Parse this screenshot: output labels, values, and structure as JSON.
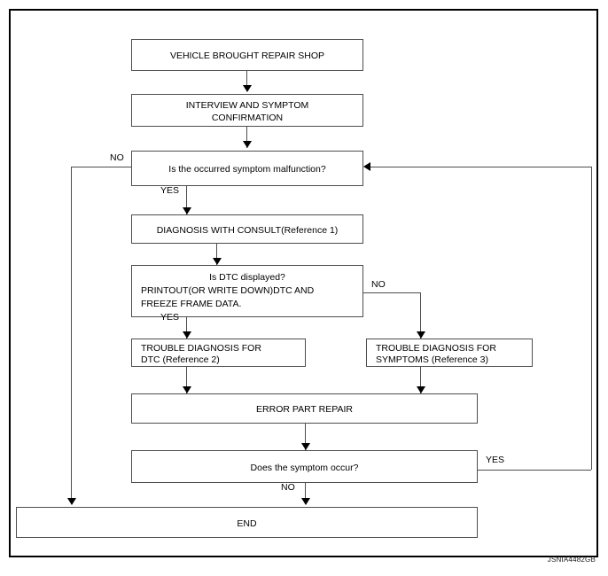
{
  "diagram": {
    "caption_code": "JSNIA4482GB",
    "colors": {
      "frame": "#000000",
      "box_border": "#4d4d4d",
      "line": "#4d4d4d",
      "arrow": "#000000",
      "text": "#000000",
      "background": "#ffffff"
    },
    "nodes": [
      {
        "id": "start",
        "label": "VEHICLE BROUGHT REPAIR SHOP"
      },
      {
        "id": "interview",
        "line1": "INTERVIEW AND SYMPTOM",
        "line2": "CONFIRMATION"
      },
      {
        "id": "symptom_q",
        "label": "Is the occurred symptom malfunction?"
      },
      {
        "id": "consult",
        "label": "DIAGNOSIS WITH CONSULT(Reference 1)"
      },
      {
        "id": "dtc_q",
        "line1": "Is DTC displayed?",
        "line2": "PRINTOUT(OR WRITE DOWN)DTC AND",
        "line3": "FREEZE FRAME DATA."
      },
      {
        "id": "trouble_dtc",
        "line1": "TROUBLE DIAGNOSIS FOR",
        "line2": "DTC (Reference 2)"
      },
      {
        "id": "trouble_sym",
        "line1": "TROUBLE DIAGNOSIS FOR",
        "line2": "SYMPTOMS (Reference 3)"
      },
      {
        "id": "repair",
        "label": "ERROR PART REPAIR"
      },
      {
        "id": "occur_q",
        "label": "Does the symptom occur?"
      },
      {
        "id": "end",
        "label": "END"
      }
    ],
    "edge_labels": {
      "symptom_no": "NO",
      "symptom_yes": "YES",
      "dtc_yes": "YES",
      "dtc_no": "NO",
      "occur_yes": "YES",
      "occur_no": "NO"
    }
  }
}
